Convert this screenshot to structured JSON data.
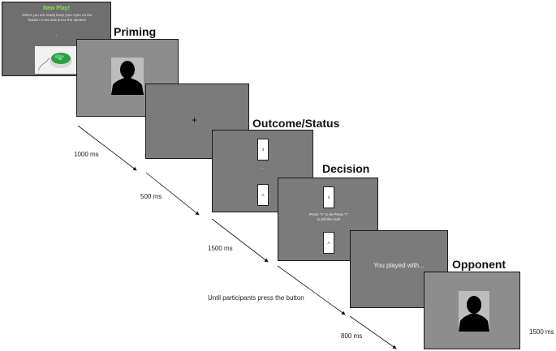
{
  "screens": {
    "new_play": {
      "title": "New Play!",
      "instruction": "When you are ready keep your eyes on the fixation cross and press the speaker",
      "dot": "-"
    },
    "priming": {
      "label": "Priming"
    },
    "fixation": {
      "cross": "+"
    },
    "outcome": {
      "label": "Outcome/Status",
      "card_top": "3",
      "dot": "-",
      "card_bottom": "A"
    },
    "decision": {
      "label": "Decision",
      "card_top": "3",
      "prompt": "Press \"n\" to lie Press \"r\" to tell the truth",
      "card_bottom": "A"
    },
    "you_played": {
      "text": "You played with..."
    },
    "opponent": {
      "label": "Opponent"
    }
  },
  "timings": {
    "t1": "1000  ms",
    "t2": "500  ms",
    "t3": "1500  ms",
    "t4": "Until participants press the button",
    "t5": "800  ms",
    "t6": "1500  ms"
  },
  "colors": {
    "screen_gray": "#8d8d8d",
    "screen_gray_dark": "#7a7a7a",
    "title_green": "#8fe05a",
    "button_green": "#2e9e46"
  }
}
